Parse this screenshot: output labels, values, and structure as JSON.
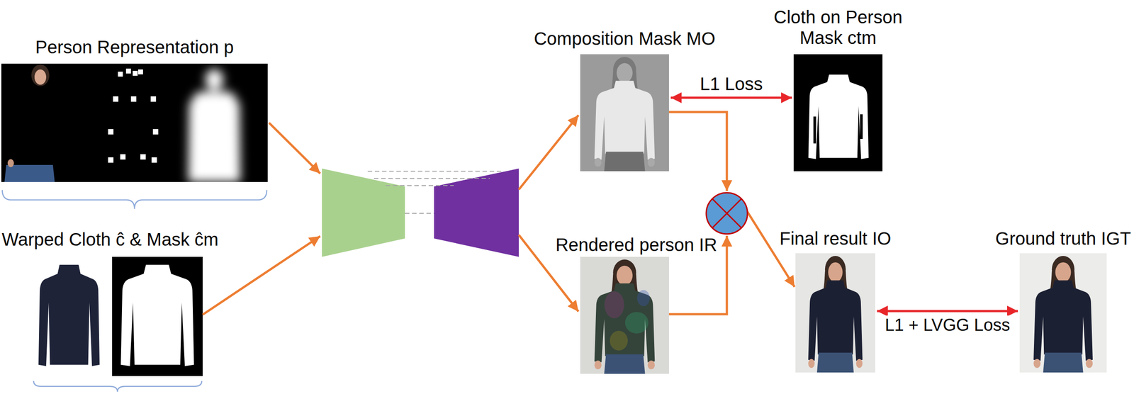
{
  "diagram": {
    "nodes": [
      {
        "text": [
          "Person Representation p"
        ]
      },
      {
        "text": [
          "Warped Cloth ĉ & Mask ĉm"
        ]
      },
      {
        "text": [
          "Composition Mask MO"
        ]
      },
      {
        "text": [
          "Cloth on Person Mask ctm"
        ]
      },
      {
        "text": [
          "Rendered person IR"
        ]
      },
      {
        "text": [
          "Final result IO"
        ]
      },
      {
        "text": [
          "Ground truth IGT"
        ]
      }
    ],
    "edges": [
      {
        "from": 2,
        "to": 3,
        "arrow": "both",
        "label": "L1 Loss"
      },
      {
        "from": 5,
        "to": 6,
        "arrow": "both",
        "label": "L1 + LVGG Loss"
      }
    ]
  }
}
